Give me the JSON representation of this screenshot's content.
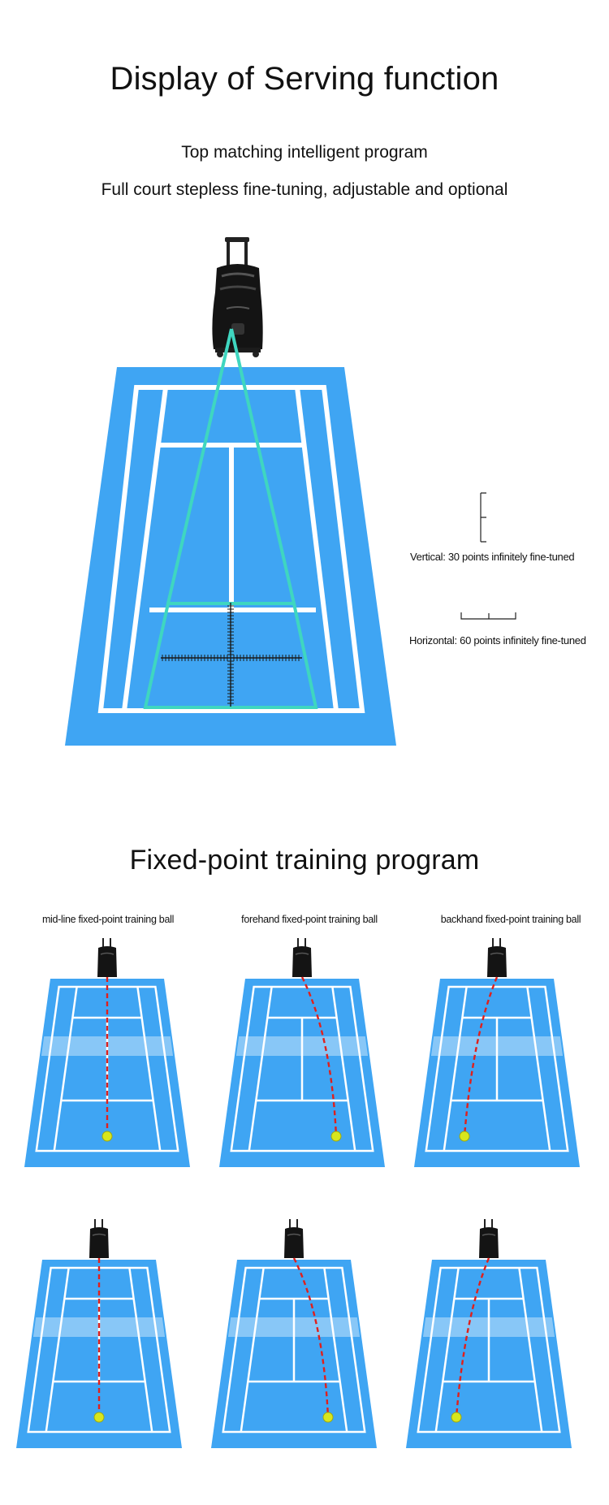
{
  "section1": {
    "title": "Display of Serving function",
    "line1": "Top matching intelligent program",
    "line2": "Full court stepless fine-tuning, adjustable and optional",
    "vertical_note": "Vertical: 30 points infinitely fine-tuned",
    "horizontal_note": "Horizontal: 60 points infinitely fine-tuned"
  },
  "section2": {
    "title": "Fixed-point training program",
    "captions": [
      "mid-line fixed-point training ball",
      "forehand fixed-point training ball",
      "backhand fixed-point training ball"
    ]
  },
  "colors": {
    "court_blue": "#3fa5f3",
    "line_white": "#ffffff",
    "aim_cyan": "#3fd6c0",
    "trajectory_red": "#e0201c",
    "ball_yellow": "#d8e61c",
    "machine_black": "#141414"
  },
  "icons": [
    "ball-machine-icon",
    "tennis-ball-icon"
  ]
}
